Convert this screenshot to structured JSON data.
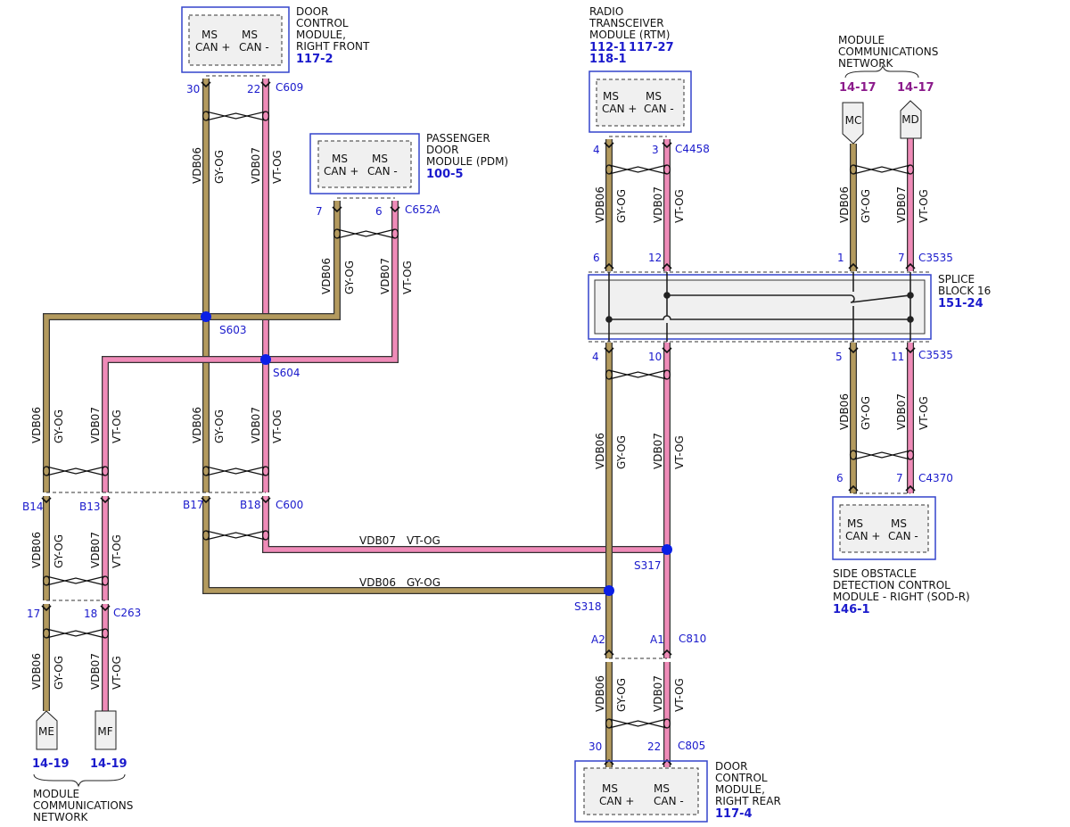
{
  "colors": {
    "vdb06": "#b39a5e",
    "vdb07": "#ef8bb8",
    "wire_edge": "#333333",
    "module_border": "#3344cc",
    "module_fill": "#f0f0f0",
    "pin_text": "#1a1acc",
    "ref_blue": "#1a1acc",
    "ref_purple": "#8b1a8b",
    "splice_dot": "#0a1fe6"
  },
  "wire_labels": {
    "vdb06": "VDB06",
    "vdb07": "VDB07",
    "gy_og": "GY-OG",
    "vt_og": "VT-OG"
  },
  "modules": {
    "dcm_rf": {
      "title_lines": [
        "DOOR",
        "CONTROL",
        "MODULE,",
        "RIGHT FRONT"
      ],
      "refs": [
        "117-2"
      ],
      "ms1": "MS",
      "can_plus": "CAN +",
      "ms2": "MS",
      "can_minus": "CAN -"
    },
    "pdm": {
      "title_lines": [
        "PASSENGER",
        "DOOR",
        "MODULE (PDM)"
      ],
      "refs": [
        "100-5"
      ],
      "ms1": "MS",
      "can_plus": "CAN +",
      "ms2": "MS",
      "can_minus": "CAN -"
    },
    "rtm": {
      "title_lines": [
        "RADIO",
        "TRANSCEIVER",
        "MODULE (RTM)"
      ],
      "refs": [
        "112-1",
        "117-27",
        "118-1"
      ],
      "ms1": "MS",
      "can_plus": "CAN +",
      "ms2": "MS",
      "can_minus": "CAN -"
    },
    "sodr": {
      "title_lines": [
        "SIDE OBSTACLE",
        "DETECTION CONTROL",
        "MODULE - RIGHT (SOD-R)"
      ],
      "refs": [
        "146-1"
      ],
      "ms1": "MS",
      "can_plus": "CAN +",
      "ms2": "MS",
      "can_minus": "CAN -"
    },
    "dcm_rr": {
      "title_lines": [
        "DOOR",
        "CONTROL",
        "MODULE,",
        "RIGHT REAR"
      ],
      "refs": [
        "117-4"
      ],
      "ms1": "MS",
      "can_plus": "CAN +",
      "ms2": "MS",
      "can_minus": "CAN -"
    }
  },
  "splice_block": {
    "title_lines": [
      "SPLICE",
      "BLOCK 16"
    ],
    "ref": "151-24"
  },
  "network_top": {
    "title_lines": [
      "MODULE",
      "COMMUNICATIONS",
      "NETWORK"
    ],
    "stubs": [
      {
        "id": "MC",
        "ref": "14-17"
      },
      {
        "id": "MD",
        "ref": "14-17"
      }
    ]
  },
  "network_bottom": {
    "title_lines": [
      "MODULE",
      "COMMUNICATIONS",
      "NETWORK"
    ],
    "stubs": [
      {
        "id": "ME",
        "ref": "14-19"
      },
      {
        "id": "MF",
        "ref": "14-19"
      }
    ]
  },
  "connectors": {
    "c609": {
      "name": "C609",
      "pins": [
        "30",
        "22"
      ]
    },
    "c652a": {
      "name": "C652A",
      "pins": [
        "7",
        "6"
      ]
    },
    "c4458": {
      "name": "C4458",
      "pins": [
        "4",
        "3"
      ]
    },
    "c3535_top": {
      "name": "C3535",
      "pins": [
        "6",
        "12",
        "1",
        "7"
      ]
    },
    "c3535_bot": {
      "name": "C3535",
      "pins": [
        "4",
        "10",
        "5",
        "11"
      ]
    },
    "c4370": {
      "name": "C4370",
      "pins": [
        "6",
        "7"
      ]
    },
    "c600": {
      "name": "C600",
      "pins": [
        "B14",
        "B13",
        "B17",
        "B18"
      ]
    },
    "c263": {
      "name": "C263",
      "pins": [
        "17",
        "18"
      ]
    },
    "c810": {
      "name": "C810",
      "pins": [
        "A2",
        "A1"
      ]
    },
    "c805": {
      "name": "C805",
      "pins": [
        "30",
        "22"
      ]
    }
  },
  "splices": [
    "S603",
    "S604",
    "S317",
    "S318"
  ]
}
